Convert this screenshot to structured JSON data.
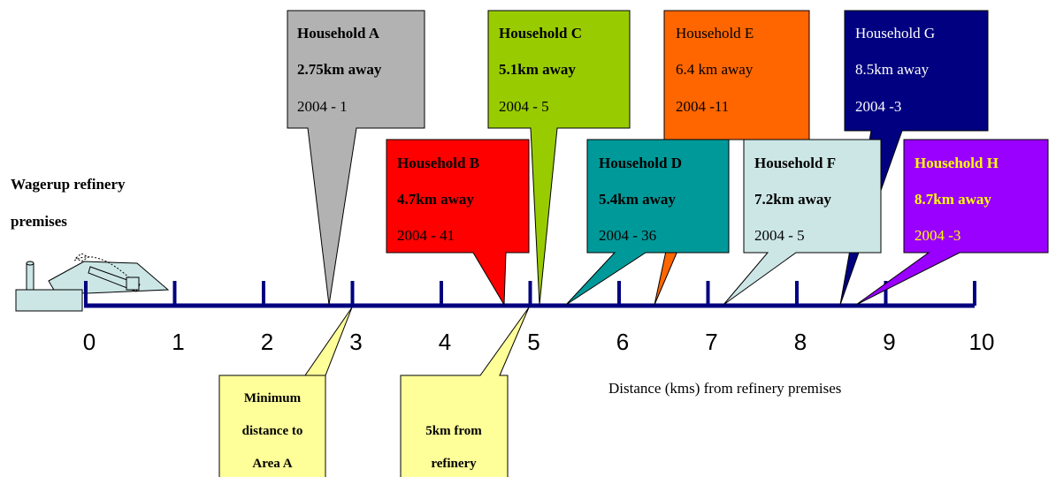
{
  "site": {
    "line1": "Wagerup refinery",
    "line2": "premises"
  },
  "axis": {
    "ticks": [
      "0",
      "1",
      "2",
      "3",
      "4",
      "5",
      "6",
      "7",
      "8",
      "9",
      "10"
    ],
    "label": "Distance (kms) from refinery premises"
  },
  "households": [
    {
      "id": "a",
      "name": "Household A",
      "distance": "2.75km away",
      "record": "2004 - 1",
      "km": 2.75,
      "fill": "#b2b2b2",
      "text_color": "#000000",
      "name_bold": true,
      "distance_bold": true
    },
    {
      "id": "b",
      "name": "Household B",
      "distance": "4.7km away",
      "record": "2004 - 41",
      "km": 4.7,
      "fill": "#ff0000",
      "text_color": "#000000",
      "name_bold": true,
      "distance_bold": true
    },
    {
      "id": "c",
      "name": "Household C",
      "distance": "5.1km away",
      "record": "2004 - 5",
      "km": 5.1,
      "fill": "#99cc00",
      "text_color": "#000000",
      "name_bold": true,
      "distance_bold": true
    },
    {
      "id": "d",
      "name": "Household D",
      "distance": "5.4km away",
      "record": "2004 - 36",
      "km": 5.4,
      "fill": "#009999",
      "text_color": "#000000",
      "name_bold": true,
      "distance_bold": true
    },
    {
      "id": "e",
      "name": "Household E",
      "distance": "6.4 km away",
      "record": "2004 -11",
      "km": 6.4,
      "fill": "#ff6600",
      "text_color": "#000000",
      "name_bold": false,
      "distance_bold": false
    },
    {
      "id": "f",
      "name": "Household F",
      "distance": "7.2km away",
      "record": "2004 - 5",
      "km": 7.2,
      "fill": "#cce6e6",
      "text_color": "#000000",
      "name_bold": true,
      "distance_bold": true
    },
    {
      "id": "g",
      "name": "Household G",
      "distance": "8.5km away",
      "record": "2004 -3",
      "km": 8.5,
      "fill": "#000080",
      "text_color": "#ffffff",
      "name_bold": false,
      "distance_bold": false
    },
    {
      "id": "h",
      "name": "Household H",
      "distance": "8.7km away",
      "record": "2004 -3",
      "km": 8.7,
      "fill": "#9900ff",
      "text_color": "#ffff00",
      "name_bold": true,
      "distance_bold": true
    }
  ],
  "notes": [
    {
      "id": "area-a",
      "lines": [
        "Minimum",
        "distance to",
        "Area A"
      ],
      "km": 3.0,
      "fill": "#ffff99"
    },
    {
      "id": "five-km",
      "lines": [
        "5km from",
        "refinery"
      ],
      "km": 5.0,
      "fill": "#ffff99"
    }
  ],
  "colors": {
    "axis": "#000080",
    "note_fill": "#ffff99",
    "refinery_fill": "#cce6e6"
  }
}
